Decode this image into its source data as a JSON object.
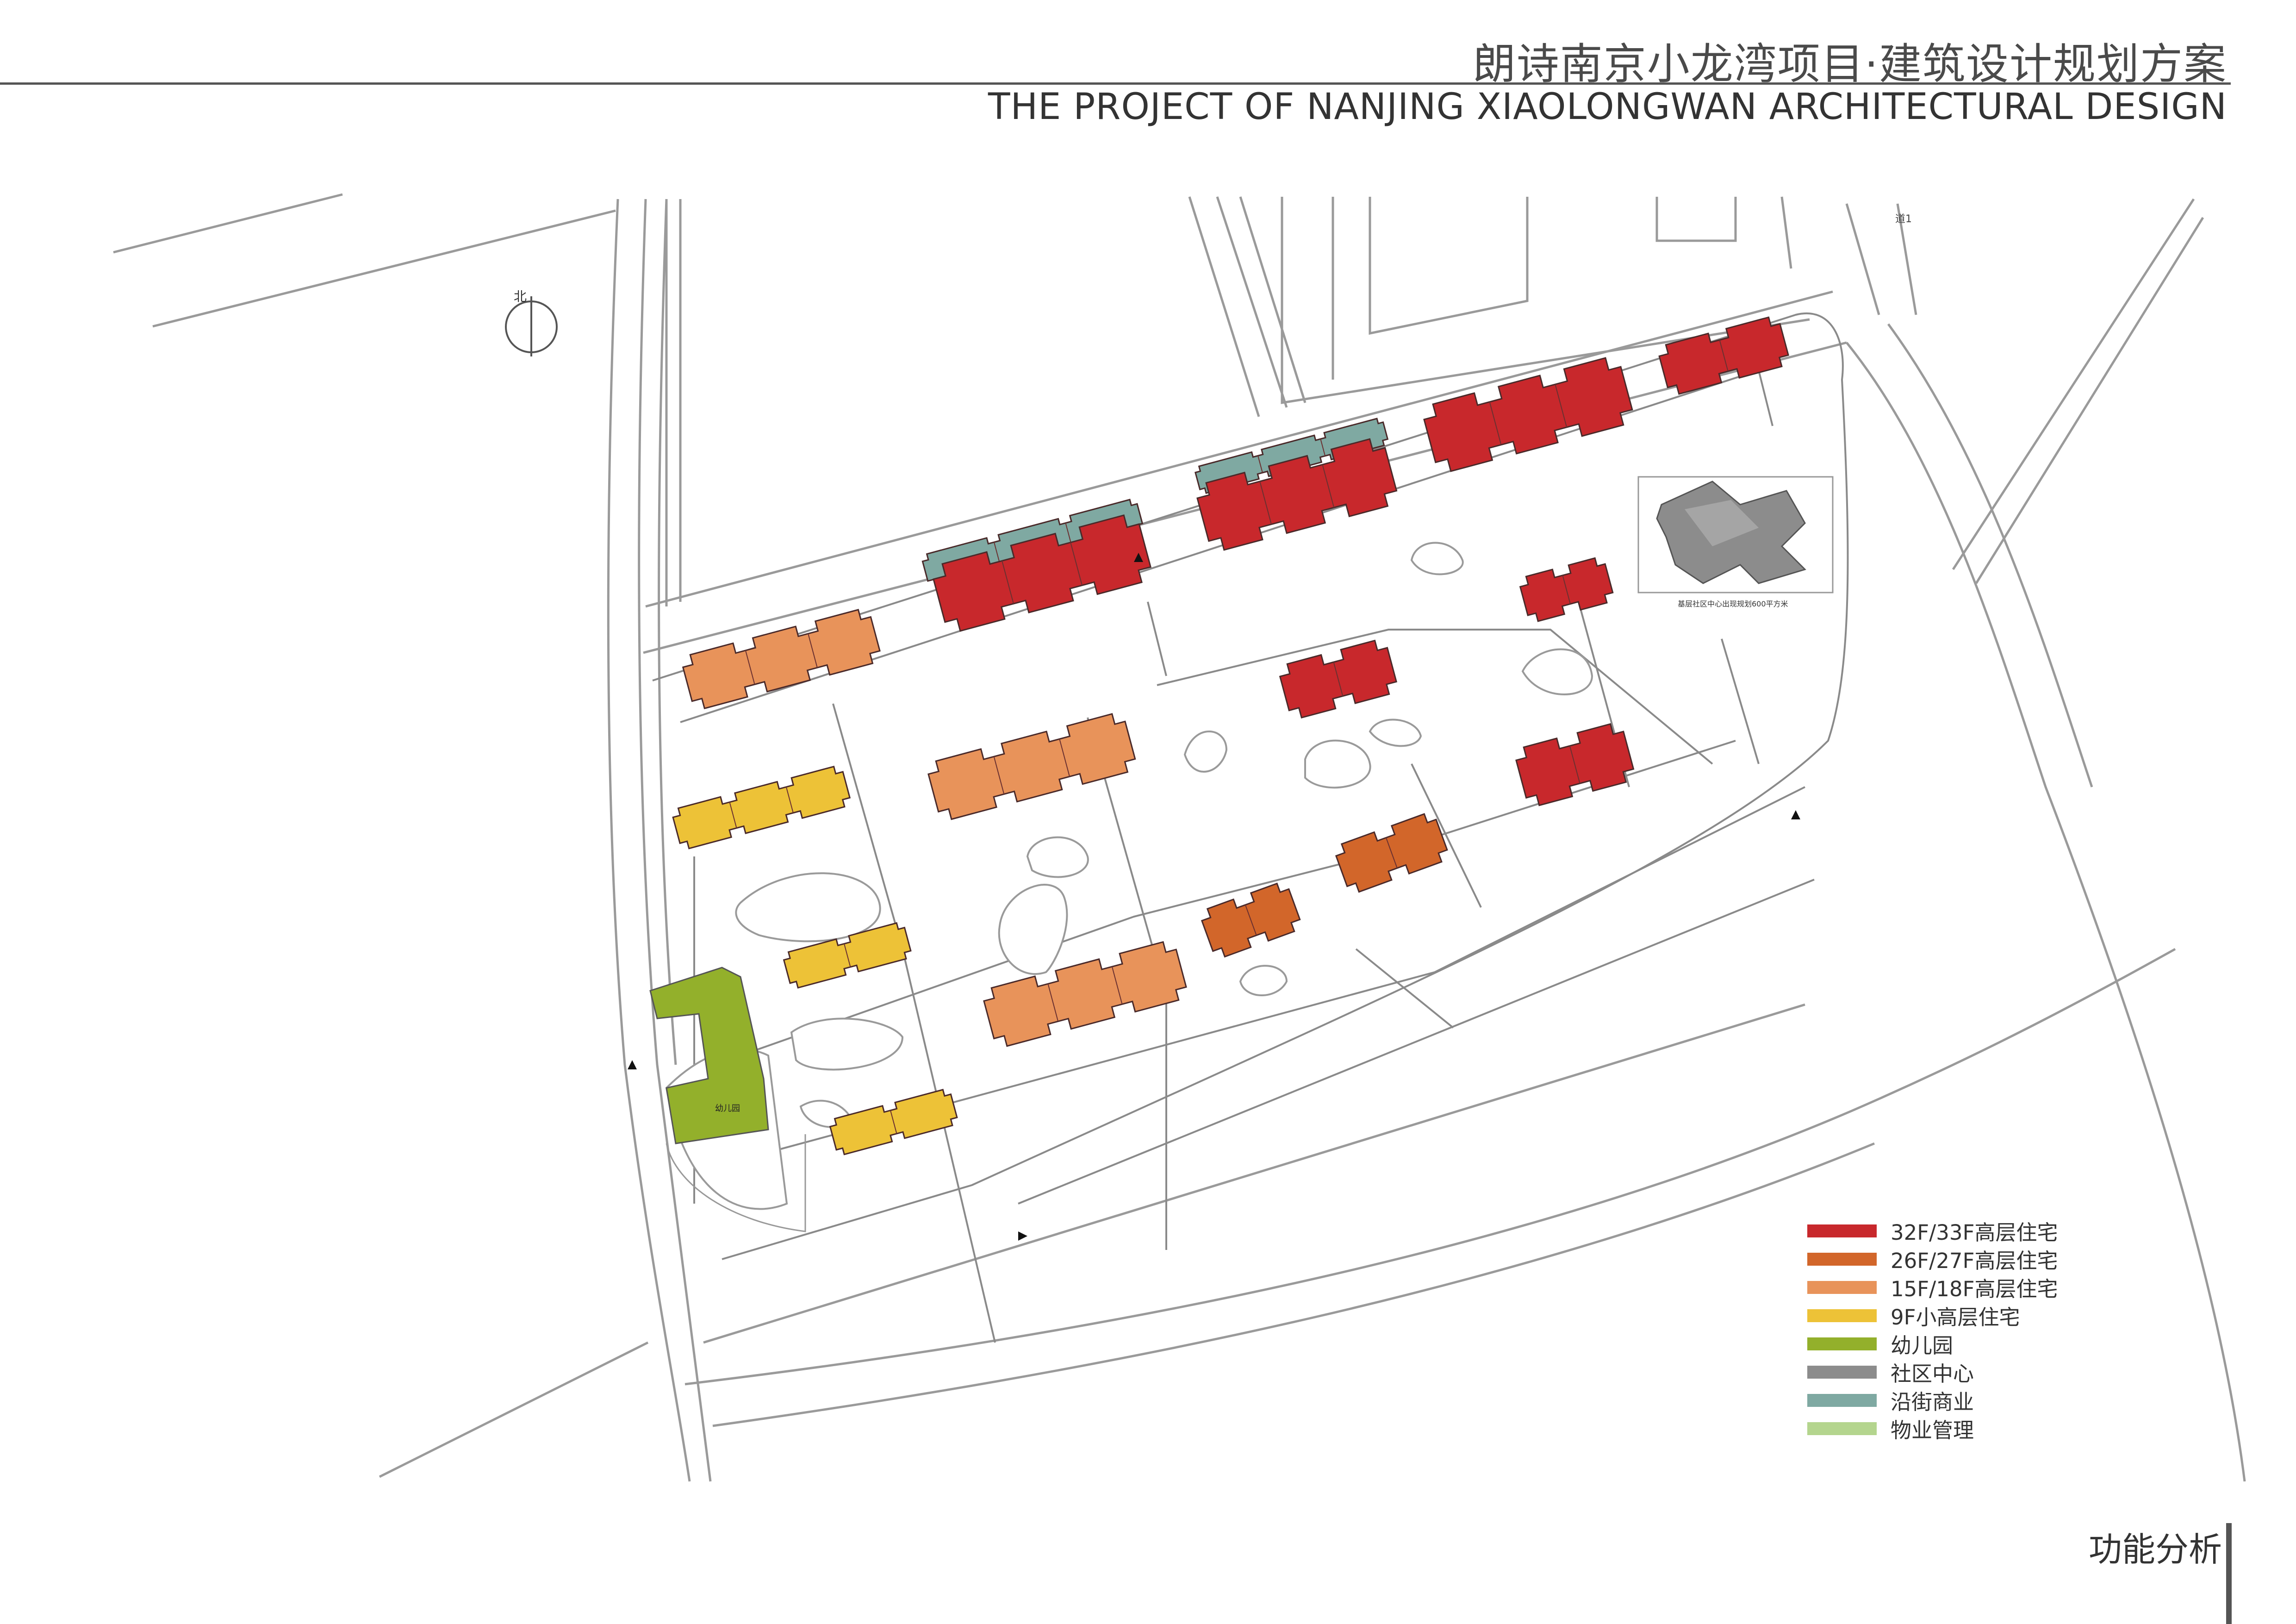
{
  "header": {
    "title_cn": "朗诗南京小龙湾项目·建筑设计规划方案",
    "title_en": "THE PROJECT OF NANJING XIAOLONGWAN ARCHITECTURAL DESIGN"
  },
  "map": {
    "north_label": "北",
    "road_label_ne": "道1",
    "kindergarten_label": "幼儿园",
    "community_center_note": "基层社区中心出现规划600平方米",
    "buildings": [
      {
        "id": "B-R1",
        "type": "32F/33F高层住宅"
      },
      {
        "id": "B-R2",
        "type": "32F/33F高层住宅"
      },
      {
        "id": "B-R3",
        "type": "32F/33F高层住宅"
      },
      {
        "id": "B-R4",
        "type": "32F/33F高层住宅"
      },
      {
        "id": "B-R5",
        "type": "32F/33F高层住宅"
      },
      {
        "id": "B-R6",
        "type": "32F/33F高层住宅"
      },
      {
        "id": "B-R7",
        "type": "32F/33F高层住宅"
      },
      {
        "id": "B-O1",
        "type": "26F/27F高层住宅"
      },
      {
        "id": "B-O2",
        "type": "26F/27F高层住宅"
      },
      {
        "id": "B-L1",
        "type": "15F/18F高层住宅"
      },
      {
        "id": "B-L2",
        "type": "15F/18F高层住宅"
      },
      {
        "id": "B-L3",
        "type": "15F/18F高层住宅"
      },
      {
        "id": "B-Y1",
        "type": "9F小高层住宅"
      },
      {
        "id": "B-Y2",
        "type": "9F小高层住宅"
      },
      {
        "id": "B-Y3",
        "type": "9F小高层住宅"
      },
      {
        "id": "B-K1",
        "type": "幼儿园"
      },
      {
        "id": "B-C1",
        "type": "社区中心"
      },
      {
        "id": "B-S1",
        "type": "沿街商业"
      },
      {
        "id": "B-S2",
        "type": "沿街商业"
      }
    ]
  },
  "legend": {
    "items": [
      {
        "label": "32F/33F高层住宅",
        "color": "#c8282c"
      },
      {
        "label": "26F/27F高层住宅",
        "color": "#d2662a"
      },
      {
        "label": "15F/18F高层住宅",
        "color": "#e8935a"
      },
      {
        "label": "9F小高层住宅",
        "color": "#edc237"
      },
      {
        "label": "幼儿园",
        "color": "#93b02b"
      },
      {
        "label": "社区中心",
        "color": "#8c8c8c"
      },
      {
        "label": "沿街商业",
        "color": "#7fa9a2"
      },
      {
        "label": "物业管理",
        "color": "#b4d58e"
      }
    ]
  },
  "footer": {
    "title": "功能分析"
  },
  "colors": {
    "rule": "#555555",
    "linework": "#9a9a9a",
    "ink": "#333333"
  }
}
